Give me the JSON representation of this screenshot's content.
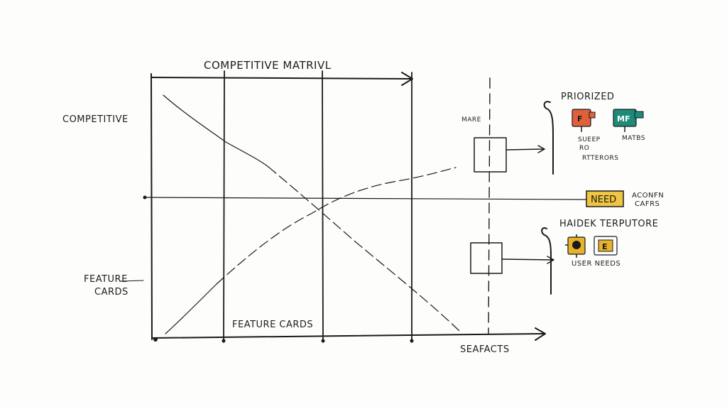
{
  "title": "COMPETITIVE MATRIVL",
  "labels": {
    "left_top": "COMPETITIVE",
    "left_bottom_1": "FEATURE",
    "left_bottom_2": "CARDS",
    "bottom_axis": "FEATURE CARDS",
    "bottom_right": "SEAFACTS",
    "mare": "MARE",
    "prioritized": "PRIORIZED",
    "need": "NEED",
    "need_note_1": "ACONFN",
    "need_note_2": "CAFRS",
    "hidden_header": "HAIDEK  TERPUTORE",
    "user_needs": "USER NEEDS"
  },
  "prioritized_icons": [
    {
      "glyph": "F",
      "color": "#e0603c"
    },
    {
      "glyph": "MF",
      "color": "#1e8a7a"
    }
  ],
  "prioritized_captions": {
    "left_1": "SUEEP",
    "left_2": "RO",
    "left_3": "RTTERORS",
    "right": "MATBS"
  },
  "user_need_icons": [
    {
      "glyph": "●",
      "color": "#e8b32a"
    },
    {
      "glyph": "E",
      "color": "#e8b32a"
    }
  ],
  "colors": {
    "ink": "#1a1a1a",
    "need_fill": "#f0c542",
    "orange": "#e0603c",
    "teal": "#1e8a7a",
    "yellow": "#e8b32a"
  }
}
